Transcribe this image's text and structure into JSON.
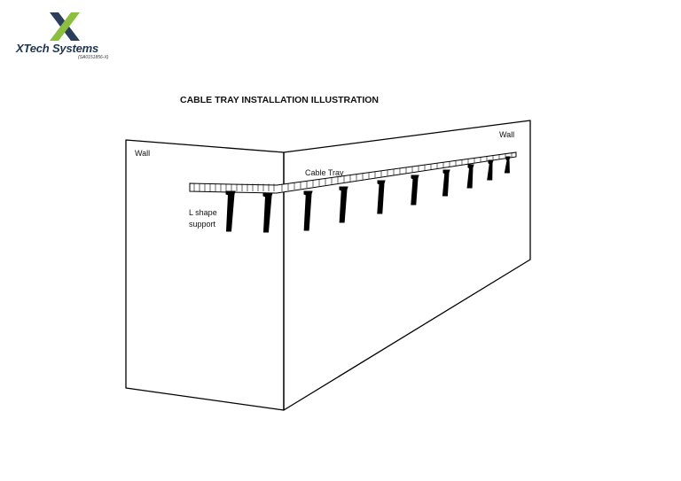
{
  "brand": {
    "name": "XTech Systems",
    "registration": "(SA0151856-X)",
    "colors": {
      "x_left": "#2b3f5c",
      "x_right": "#8cbf3f"
    },
    "icon": "x-logo-icon"
  },
  "diagram": {
    "title": "CABLE TRAY INSTALLATION ILLUSTRATION",
    "labels": {
      "wall_left": "Wall",
      "wall_right": "Wall",
      "cable_tray": "Cable Tray",
      "support_line1": "L shape",
      "support_line2": "support"
    }
  }
}
